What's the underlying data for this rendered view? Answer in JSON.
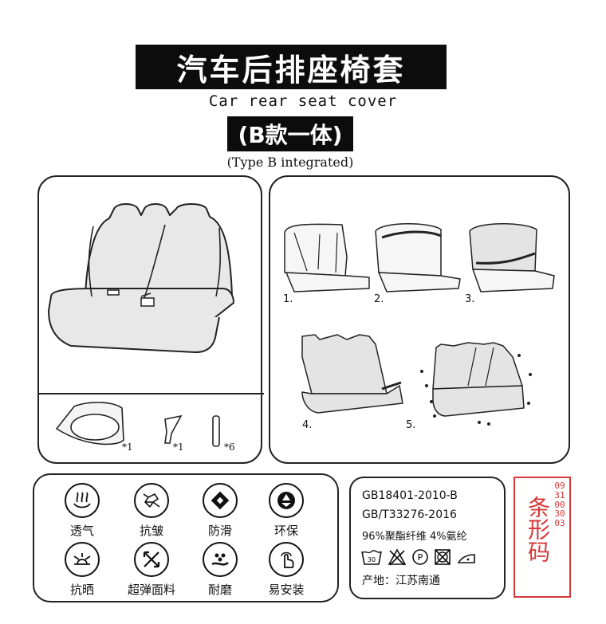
{
  "header": {
    "title_cn": "汽车后排座椅套",
    "title_en": "Car rear seat cover",
    "type_cn": "(B款一体)",
    "type_en": "(Type B integrated)"
  },
  "accessories": [
    {
      "name": "headrest-cover",
      "qty": "*1"
    },
    {
      "name": "hook-clip",
      "qty": "*1"
    },
    {
      "name": "tube-stick",
      "qty": "*6"
    }
  ],
  "steps": [
    "1.",
    "2.",
    "3.",
    "4.",
    "5."
  ],
  "features": [
    {
      "label": "透气",
      "icon": "breathable-icon"
    },
    {
      "label": "抗皱",
      "icon": "anti-wrinkle-icon"
    },
    {
      "label": "防滑",
      "icon": "non-slip-icon"
    },
    {
      "label": "环保",
      "icon": "recycle-icon"
    },
    {
      "label": "抗晒",
      "icon": "sun-resistant-icon"
    },
    {
      "label": "超弹面料",
      "icon": "elastic-fabric-icon"
    },
    {
      "label": "耐磨",
      "icon": "wear-resistant-icon"
    },
    {
      "label": "易安装",
      "icon": "easy-install-icon"
    }
  ],
  "spec": {
    "standard_1": "GB18401-2010-B",
    "standard_2": "GB/T33276-2016",
    "material": "96%聚酯纤维 4%氨纶",
    "care_icons": [
      "wash-30-icon",
      "no-bleach-icon",
      "dry-clean-p-icon",
      "no-tumble-dry-icon",
      "iron-low-icon"
    ],
    "wash_temp": "30",
    "dry_clean_mark": "P",
    "origin": "产地：江苏南通"
  },
  "barcode": {
    "label": "条形码",
    "digits": "0931003003"
  },
  "colors": {
    "ink": "#111111",
    "seat_fill": "#e8e8e8",
    "barcode_red": "#d93838"
  }
}
